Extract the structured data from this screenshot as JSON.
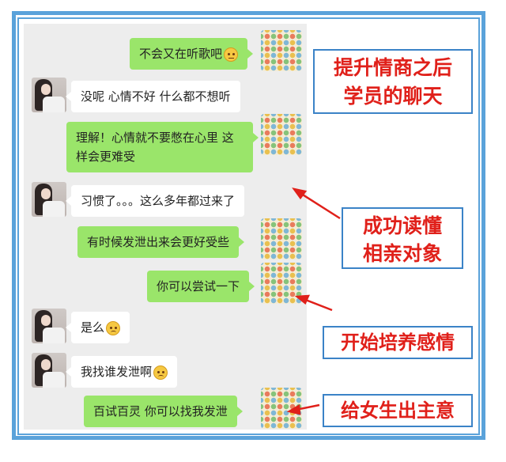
{
  "messages": [
    {
      "from": "me",
      "text": "不会又在听歌吧",
      "emoji": "think-emoji"
    },
    {
      "from": "her",
      "text": "没呢 心情不好 什么都不想听"
    },
    {
      "from": "me",
      "text": "理解！心情就不要憋在心里 这样会更难受"
    },
    {
      "from": "her",
      "text": "习惯了。。。这么多年都过来了"
    },
    {
      "from": "me",
      "text": "有时候发泄出来会更好受些"
    },
    {
      "from": "me",
      "text": "你可以尝试一下"
    },
    {
      "from": "her",
      "text": "是么",
      "emoji": "sad-emoji"
    },
    {
      "from": "her",
      "text": "我找谁发泄啊",
      "emoji": "sad-emoji"
    },
    {
      "from": "me",
      "text": "百试百灵  你可以找我发泄"
    }
  ],
  "annotations": {
    "title_line1": "提升情商之后",
    "title_line2": "学员的聊天",
    "label1_line1": "成功读懂",
    "label1_line2": "相亲对象",
    "label2": "开始培养感情",
    "label3": "给女生出主意"
  },
  "colors": {
    "frame": "#5aa2da",
    "annotation_text": "#e0201a",
    "my_bubble": "#9ae56a",
    "her_bubble": "#ffffff",
    "chat_bg": "#ededed"
  }
}
